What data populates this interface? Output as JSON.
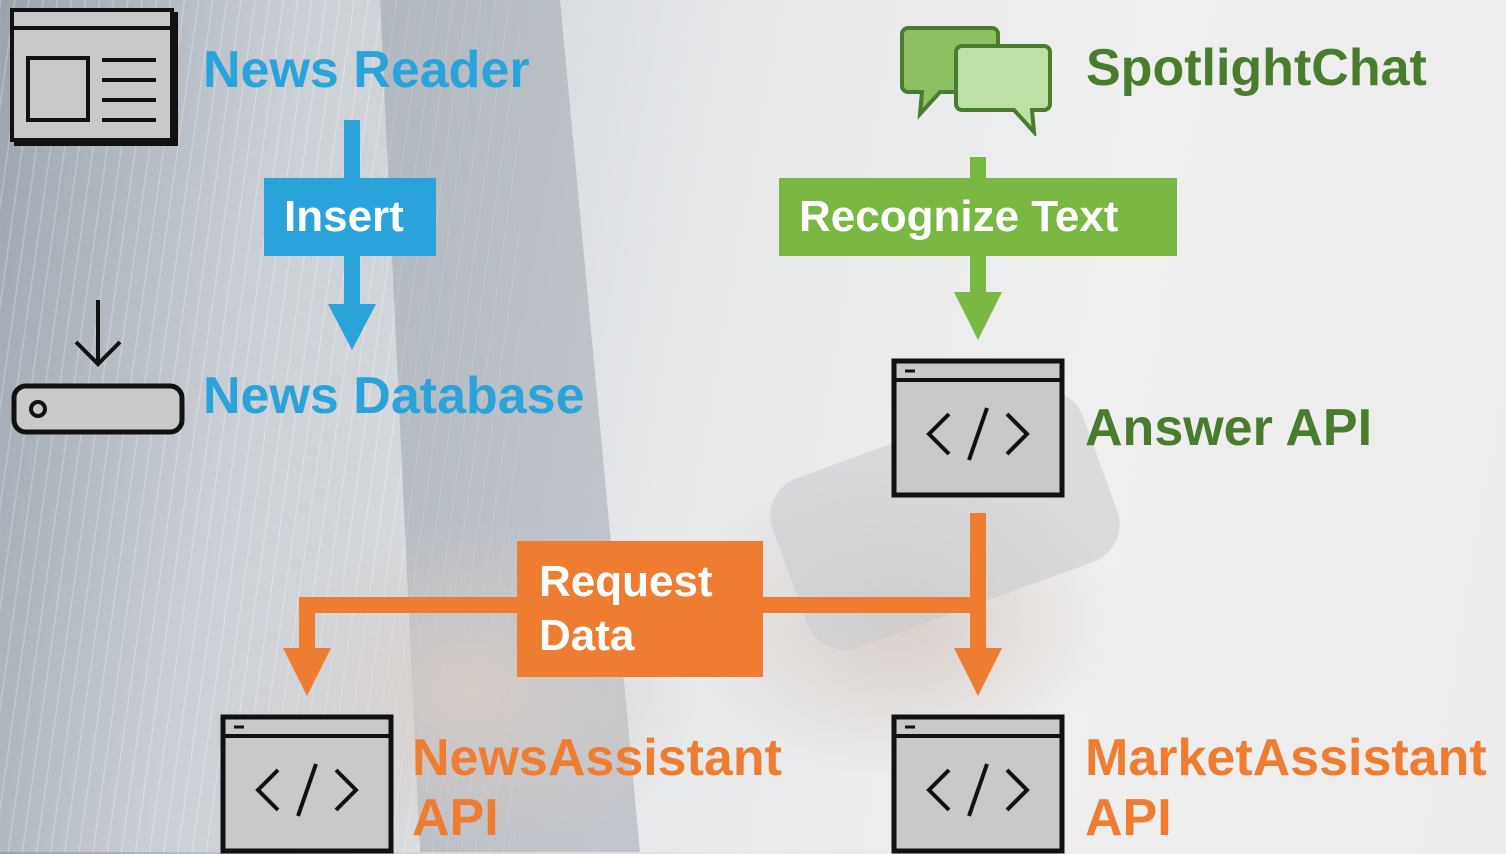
{
  "nodes": {
    "news_reader": "News Reader",
    "news_database": "News Database",
    "spotlight_chat": "SpotlightChat",
    "answer_api": "Answer API",
    "news_assistant_api": [
      "NewsAssistant",
      "API"
    ],
    "market_assistant_api": [
      "MarketAssistant",
      "API"
    ]
  },
  "edges": {
    "insert": "Insert",
    "recognize_text": "Recognize Text",
    "request_data": [
      "Request",
      "Data"
    ]
  },
  "colors": {
    "blue": "#29a3d9",
    "green_text": "#4a7c2e",
    "green_arrow": "#7ab844",
    "orange": "#ef7d31"
  },
  "icons": {
    "news_reader": "newspaper-icon",
    "news_database": "download-to-drive-icon",
    "spotlight_chat": "chat-bubbles-icon",
    "api": "code-window-icon"
  }
}
